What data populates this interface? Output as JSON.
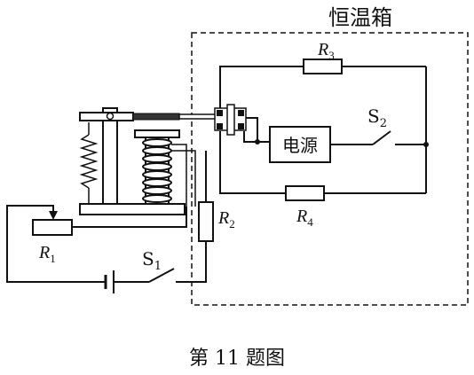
{
  "box_label": "恒温箱",
  "power_label": "电源",
  "caption": "第 11 题图",
  "labels": {
    "r3": {
      "main": "R",
      "sub": "3"
    },
    "r4": {
      "main": "R",
      "sub": "4"
    },
    "r1": {
      "main": "R",
      "sub": "1"
    },
    "r2": {
      "main": "R",
      "sub": "2"
    },
    "s1": {
      "main": "S",
      "sub": "1"
    },
    "s2": {
      "main": "S",
      "sub": "2"
    }
  }
}
